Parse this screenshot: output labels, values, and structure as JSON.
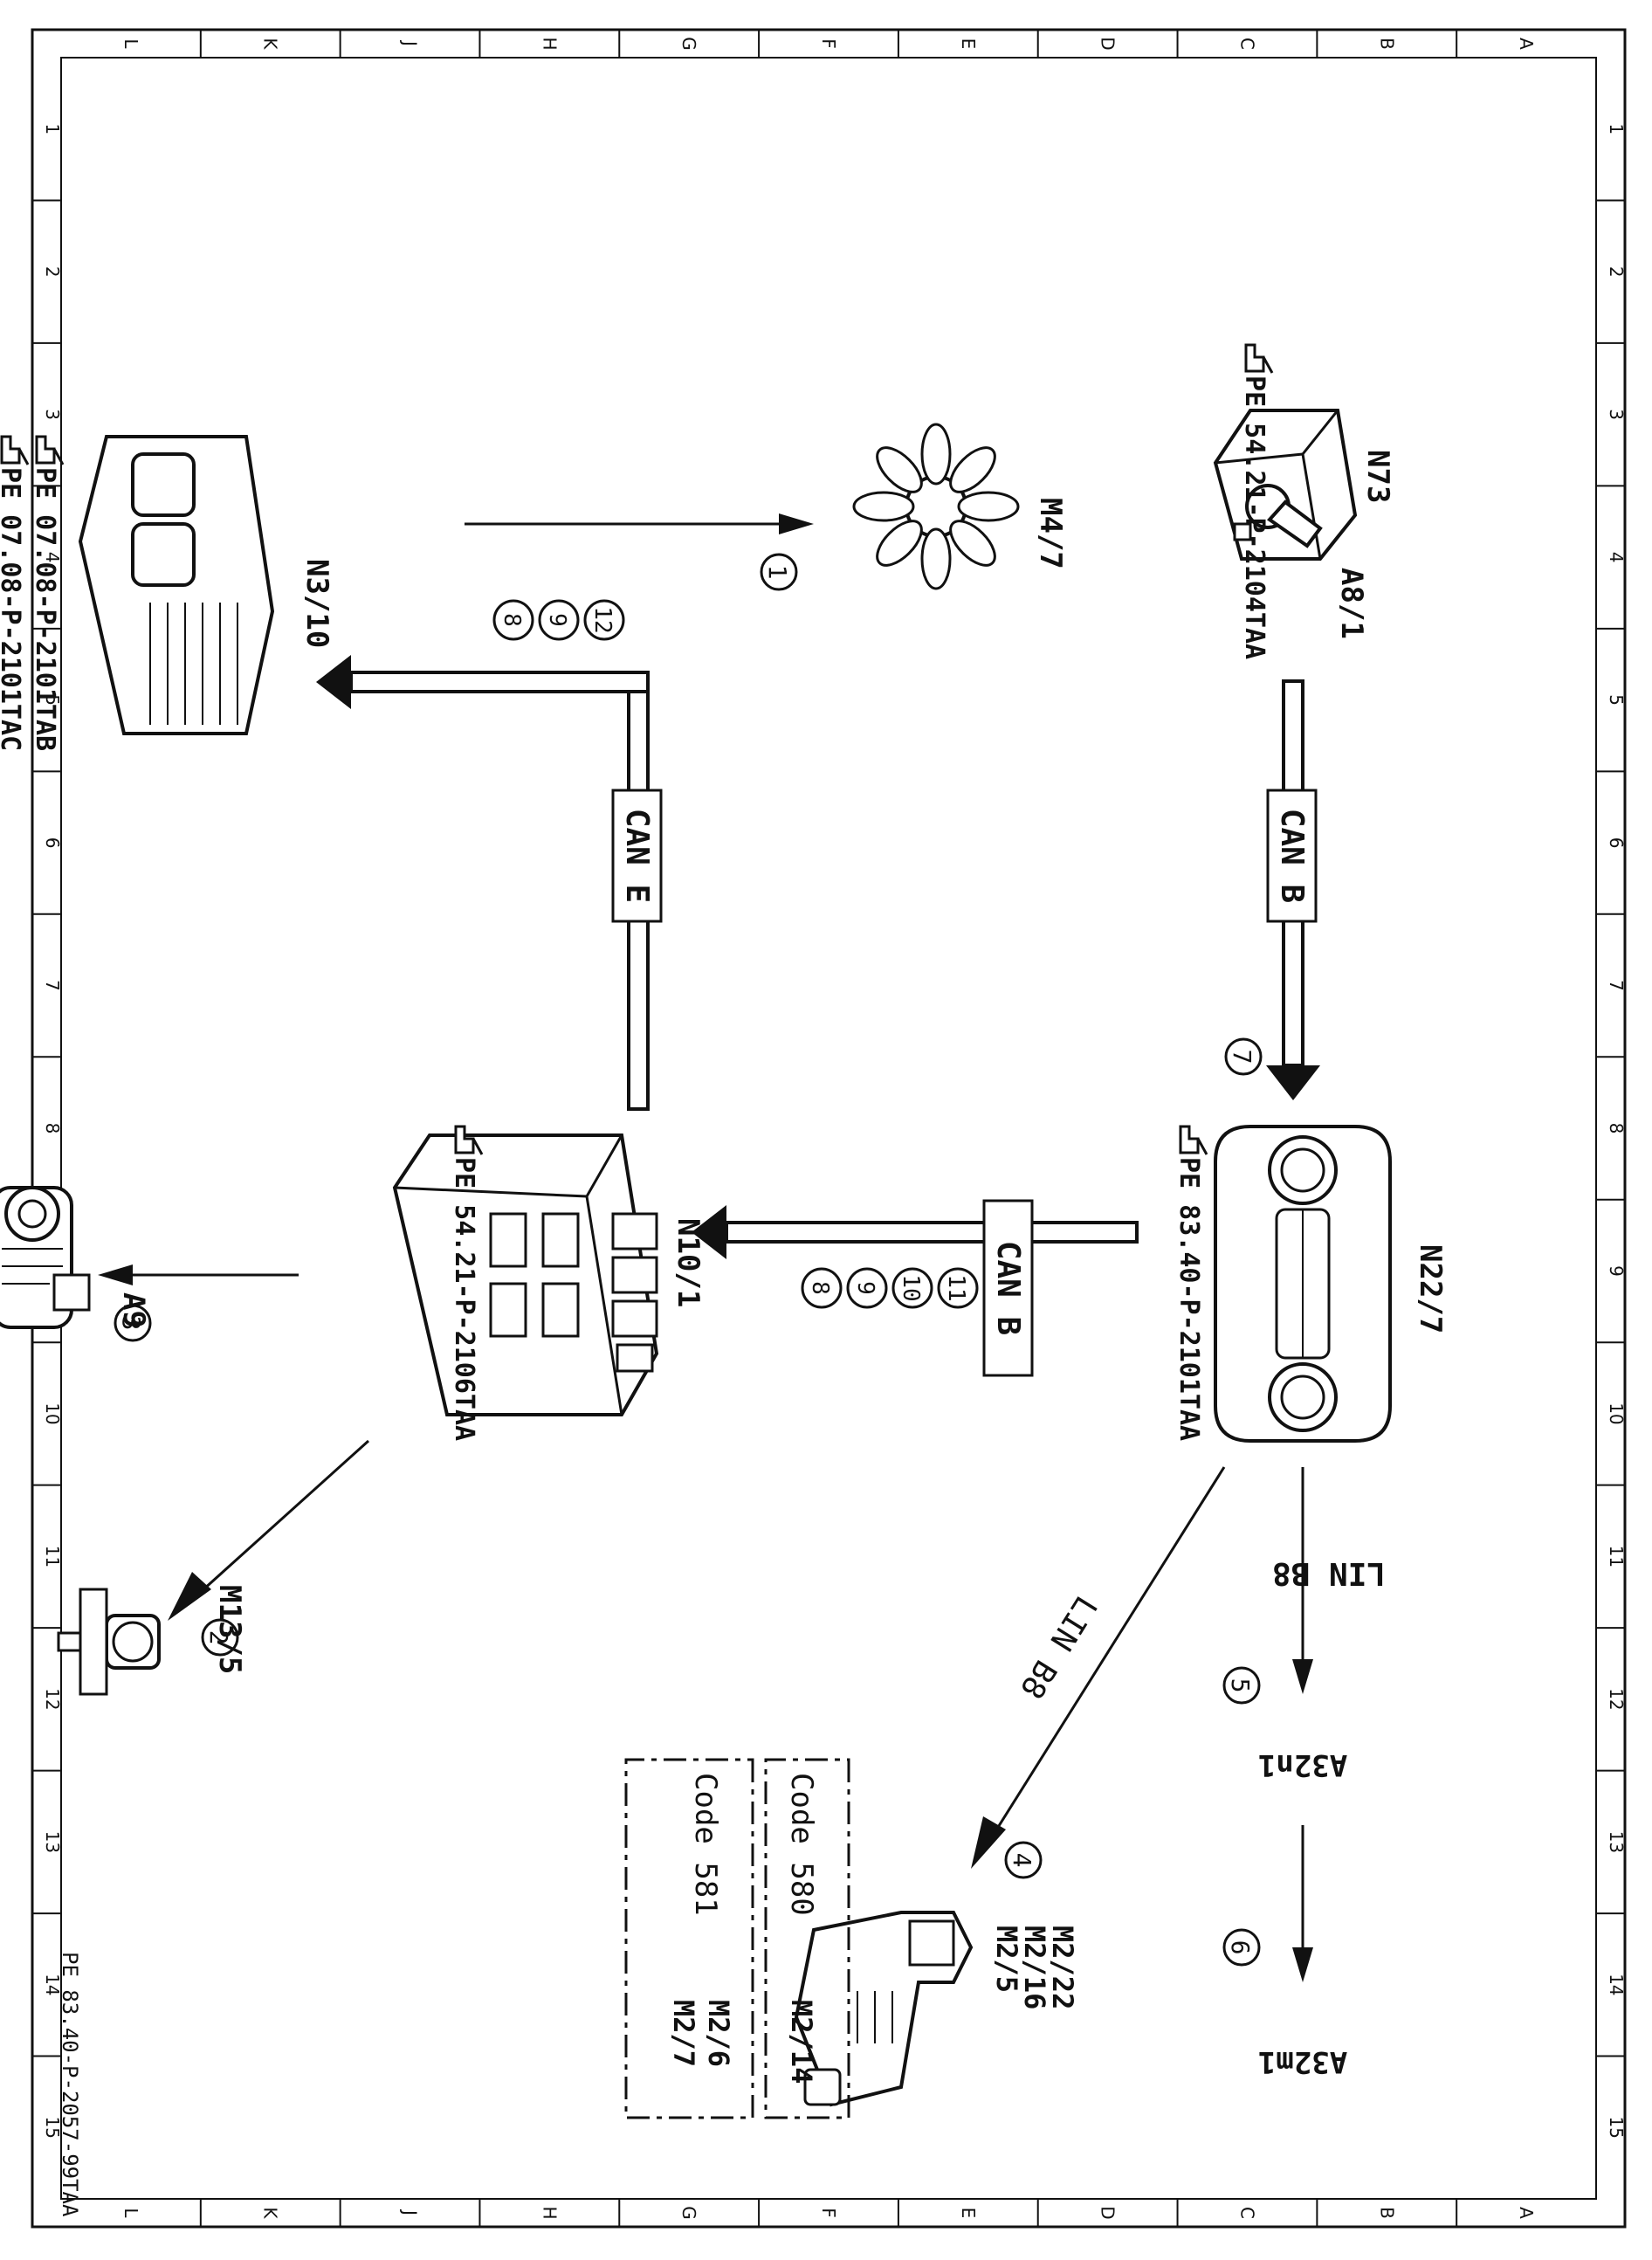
{
  "grid": {
    "columns": [
      "L",
      "K",
      "J",
      "H",
      "G",
      "F",
      "E",
      "D",
      "C",
      "B",
      "A"
    ],
    "rows": [
      "1",
      "2",
      "3",
      "4",
      "5",
      "6",
      "7",
      "8",
      "9",
      "10",
      "11",
      "12",
      "13",
      "14",
      "15"
    ]
  },
  "document_id": "PE 83.40-P-2057-99TAA",
  "components": {
    "n73": {
      "label": "N73",
      "sub": "A8/1",
      "ref": "PE 54.21-P-2104TAA"
    },
    "n22_7": {
      "label": "N22/7",
      "ref": "PE 83.40-P-2101TAA"
    },
    "n10_1": {
      "label": "N10/1",
      "ref": "PE 54.21-P-2106TAA"
    },
    "n3_10": {
      "label": "N3/10",
      "ref1": "PE 07.08-P-2101TAB",
      "ref2": "PE 07.08-P-2101TAC"
    },
    "m4_7": {
      "label": "M4/7"
    },
    "a9": {
      "label": "A9"
    },
    "m13_5": {
      "label": "M13/5"
    },
    "a32n1": {
      "label": "A32n1"
    },
    "a32m1": {
      "label": "A32m1"
    },
    "m2_group": {
      "line1": "M2/5",
      "line2": "M2/16",
      "line3": "M2/22"
    }
  },
  "buses": {
    "can_b_top": "CAN B",
    "can_b_mid": "CAN B",
    "can_e": "CAN E",
    "lin_b8_right": "LIN B8",
    "lin_b8_diag": "LIN B8"
  },
  "signals": {
    "s1": "1",
    "s2": "2",
    "s3": "3",
    "s4": "4",
    "s5": "5",
    "s6": "6",
    "s7": "7",
    "mid": [
      "11",
      "10",
      "9",
      "8"
    ],
    "left": [
      "12",
      "9",
      "8"
    ]
  },
  "codes": {
    "c580": {
      "code": "Code 580",
      "items": [
        "M2/14"
      ]
    },
    "c581": {
      "code": "Code 581",
      "items": [
        "M2/6",
        "M2/7"
      ]
    }
  },
  "icons": [
    "hand-pointer-icon",
    "fan-icon",
    "ignition-switch-icon",
    "control-panel-icon",
    "control-unit-icon",
    "pump-icon",
    "actuator-icon",
    "motor-icon"
  ]
}
